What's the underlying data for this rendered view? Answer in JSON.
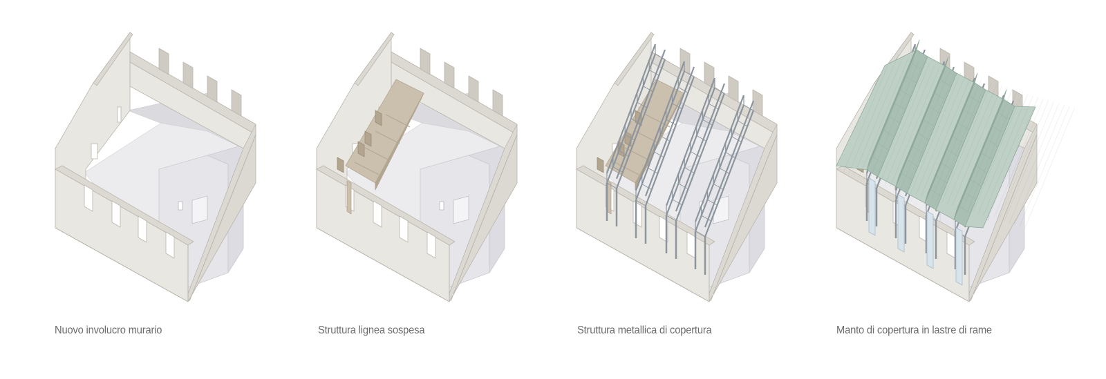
{
  "diagram": {
    "panels": [
      {
        "id": "panel-1",
        "caption": "Nuovo involucro murario",
        "layers": [
          "walls"
        ]
      },
      {
        "id": "panel-2",
        "caption": "Struttura lignea sospesa",
        "layers": [
          "walls",
          "timber"
        ]
      },
      {
        "id": "panel-3",
        "caption": "Struttura metallica di copertura",
        "layers": [
          "walls",
          "timber",
          "steel"
        ]
      },
      {
        "id": "panel-4",
        "caption": "Manto di copertura in lastre di rame",
        "layers": [
          "walls",
          "timber",
          "steel",
          "roof"
        ]
      }
    ],
    "colors": {
      "wall_light": "#e9e7e1",
      "wall_mid": "#dcd9d2",
      "wall_dark": "#cfcbc3",
      "wall_edge": "#b9b5ad",
      "floor": "#ececee",
      "floor_shadow": "#dadadf",
      "interior": "#e6e6ea",
      "timber": "#cbbfae",
      "timber_dark": "#b3a691",
      "steel": "#8c959e",
      "roof_light": "#bfd0c7",
      "roof_mid": "#a9bfb3",
      "roof_dark": "#8faa9b",
      "caption_text": "#6b6b6b"
    }
  }
}
